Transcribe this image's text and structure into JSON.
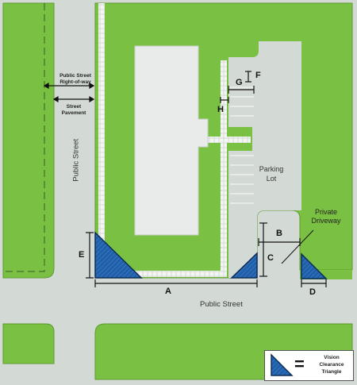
{
  "labels": {
    "right_of_way_line1": "Public Street",
    "right_of_way_line2": "Right-of-way",
    "pavement_line1": "Street",
    "pavement_line2": "Pavement",
    "public_street_vertical": "Public Street",
    "public_street_horizontal": "Public Street",
    "parking_lot_line1": "Parking",
    "parking_lot_line2": "Lot",
    "private_driveway_line1": "Private",
    "private_driveway_line2": "Driveway"
  },
  "dimensions": {
    "a": "A",
    "b": "B",
    "c": "C",
    "d": "D",
    "e": "E",
    "f": "F",
    "g": "G",
    "h": "H"
  },
  "legend": {
    "line1": "Vision",
    "line2": "Clearance",
    "line3": "Triangle",
    "symbol": "="
  },
  "colors": {
    "lot_green": "#7ac143",
    "road_gray": "#d3dad6",
    "triangle_blue": "#1f5faa",
    "building_gray": "#e8ebe9"
  }
}
